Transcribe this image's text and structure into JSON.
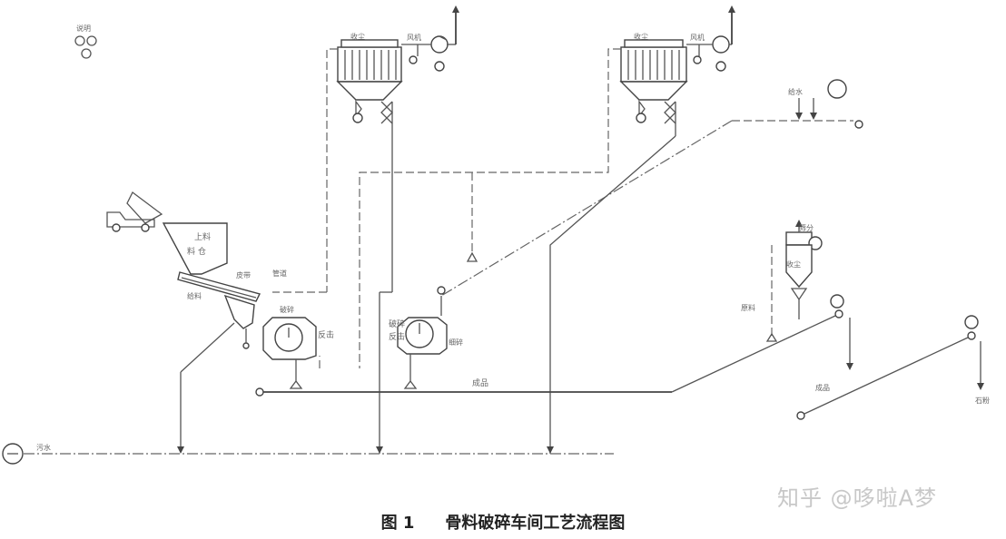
{
  "caption": {
    "number": "图 1",
    "title": "骨料破碎车间工艺流程图"
  },
  "watermark": "知乎 @哆啦A梦",
  "labels": {
    "legend_top_left": "说明",
    "main_pipe": "管道",
    "raw_material": "原料",
    "feed_bin": "料 仓",
    "feed_bin_top": "上料",
    "vibrating_feeder": "给料",
    "belt_feeder": "皮带",
    "crusher_1": "破碎",
    "crusher_1_side": "反击",
    "crusher_2": "破碎",
    "crusher_2_side": "反击",
    "crusher_2_label": "细碎",
    "collector_1": "收尘",
    "collector_2": "收尘",
    "fan_1": "风机",
    "fan_2": "风机",
    "collector_3": "收尘",
    "screen": "筛分",
    "product_1": "成品",
    "product_2": "成品",
    "product_3": "石粉",
    "circle_right": "给水",
    "circle_left": "污水"
  },
  "colors": {
    "line": "#555555",
    "caption": "#222222",
    "watermark": "#c8c8c8"
  }
}
